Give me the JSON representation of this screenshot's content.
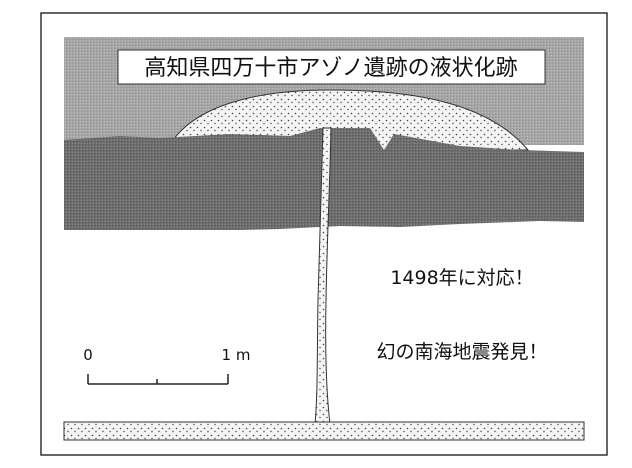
{
  "figure": {
    "title": "高知県四万十市アゾノ遺跡の液状化跡",
    "annotations": {
      "line1": "1498年に対応！",
      "line2": "幻の南海地震発見！"
    },
    "scale_bar": {
      "start_label": "0",
      "end_label": "1 m"
    }
  },
  "colors": {
    "upper_layer": "#a6a6a6",
    "dark_layer": "#6e6e6e",
    "sand": "#f4f4f4",
    "white_layer": "#ffffff",
    "border": "#333333"
  }
}
